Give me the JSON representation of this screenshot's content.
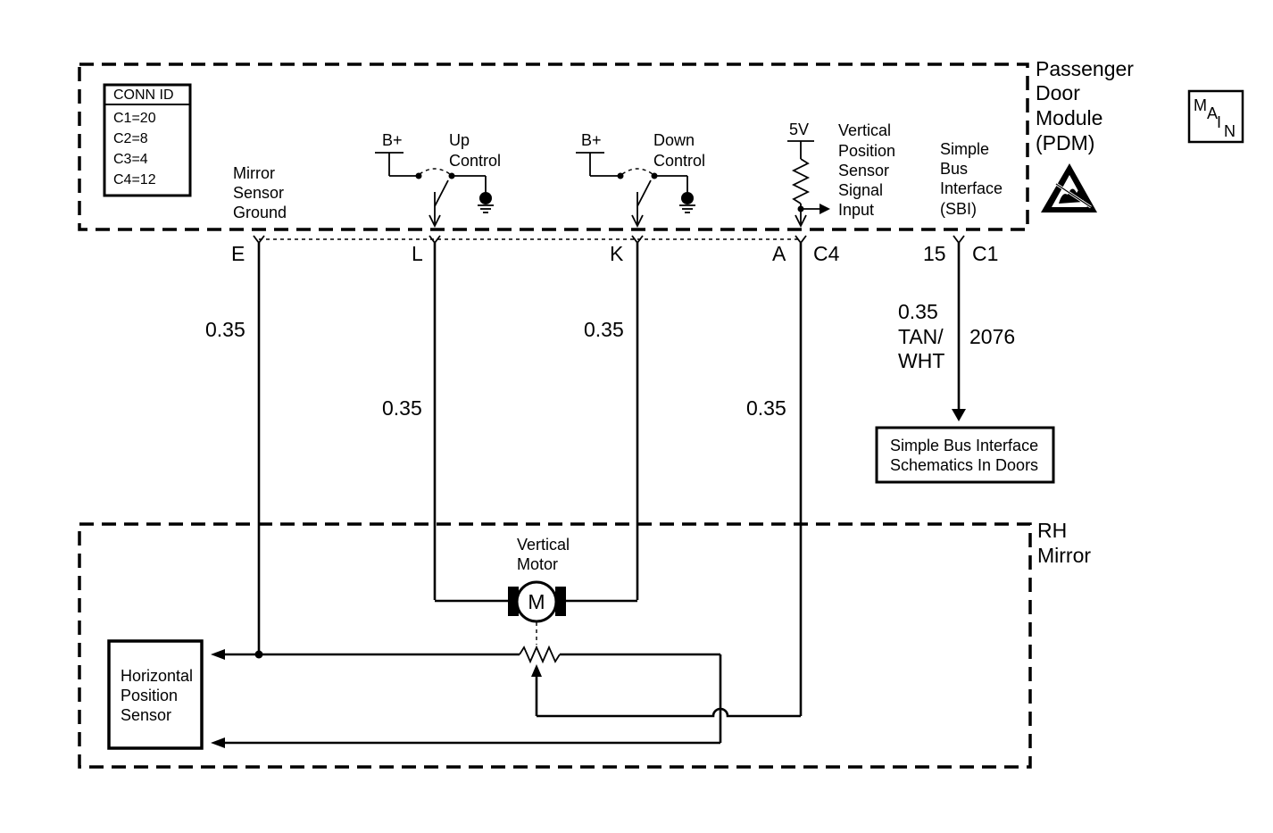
{
  "pdm": {
    "title_lines": [
      "Passenger",
      "Door",
      "Module",
      "(PDM)"
    ],
    "esd_icon": "esd-sensitive-icon"
  },
  "main_badge": {
    "m": "M",
    "a": "A",
    "i": "I",
    "n": "N"
  },
  "conn_id": {
    "title": "CONN ID",
    "rows": [
      "C1=20",
      "C2=8",
      "C3=4",
      "C4=12"
    ]
  },
  "labels": {
    "mirror_sensor_ground": [
      "Mirror",
      "Sensor",
      "Ground"
    ],
    "up_control": [
      "Up",
      "Control"
    ],
    "down_control": [
      "Down",
      "Control"
    ],
    "b_plus": "B+",
    "five_v": "5V",
    "vertical_position_sensor": [
      "Vertical",
      "Position",
      "Sensor",
      "Signal",
      "Input"
    ],
    "simple_bus_interface": [
      "Simple",
      "Bus",
      "Interface",
      "(SBI)"
    ]
  },
  "pins": {
    "e": "E",
    "l": "L",
    "k": "K",
    "a": "A",
    "c4": "C4",
    "p15": "15",
    "c1": "C1"
  },
  "wires": {
    "gauge_e": "0.35",
    "gauge_l": "0.35",
    "gauge_k": "0.35",
    "gauge_a": "0.35",
    "sbi_gauge": "0.35",
    "sbi_color_1": "TAN/",
    "sbi_color_2": "WHT",
    "sbi_circuit": "2076"
  },
  "sbi_box": [
    "Simple Bus Interface",
    "Schematics In Doors"
  ],
  "rh_mirror": {
    "title_lines": [
      "RH",
      "Mirror"
    ],
    "motor_label": [
      "Vertical",
      "Motor"
    ],
    "motor_symbol": "M",
    "sensor_box": [
      "Horizontal",
      "Position",
      "Sensor"
    ]
  }
}
